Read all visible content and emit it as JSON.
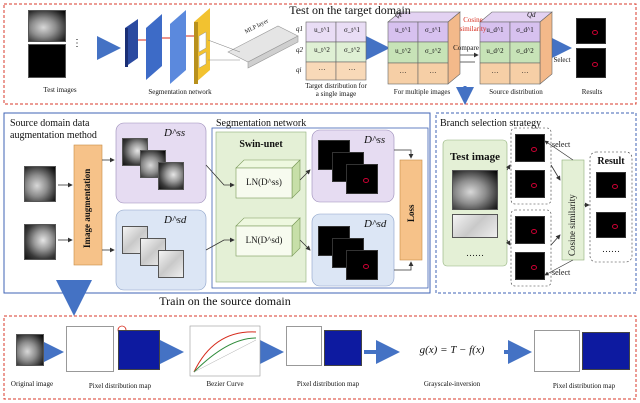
{
  "top": {
    "title": "Test on the target domain",
    "test_images_label": "Test images",
    "seg_network_label": "Segmentation network",
    "mlp_label": "MLP layer",
    "q_labels": [
      "q1",
      "q2",
      "qi"
    ],
    "target_dist_label_line1": "Target distribution for",
    "target_dist_label_line2": "a single image",
    "multi_images_label": "For multiple images",
    "qt_label": "Qt",
    "qd_label": "Qd",
    "cosine_label_line1": "Cosine",
    "cosine_label_line2": "similarity",
    "compare_label": "Compare",
    "source_dist_label": "Source distribution",
    "select_label": "Select",
    "results_label": "Results",
    "cube_t_cells": [
      "u_t^1",
      "σ_t^1",
      "u_t^2",
      "σ_t^2",
      "…",
      "…"
    ],
    "cube_d_cells": [
      "u_d^1",
      "σ_d^1",
      "u_d^2",
      "σ_d^2",
      "…",
      "…"
    ],
    "single_cells": [
      "u_t^1",
      "σ_t^1",
      "u_t^2",
      "σ_t^2",
      "…",
      "…"
    ]
  },
  "middle": {
    "aug_title_line1": "Source domain data",
    "aug_title_line2": "augmentation method",
    "image_augmentation": "Image augmentation",
    "dss": "D^ss",
    "dsd": "D^sd",
    "seg_title": "Segmentation network",
    "swin_unet": "Swin-unet",
    "ln_ss": "LN(D^ss)",
    "ln_sd": "LN(D^sd)",
    "loss": "Loss",
    "branch_title": "Branch selection strategy",
    "test_image": "Test image",
    "dots": "……",
    "select_top": "select",
    "select_bottom": "select",
    "cosine_vertical": "Cosine similarity",
    "result": "Result",
    "train_caption": "Train on the source domain"
  },
  "bottom": {
    "original_image": "Original image",
    "pixel_map_1": "Pixel distribution map",
    "bezier": "Bezier Curve",
    "pixel_map_2": "Pixel distribution map",
    "formula": "g(x) = T − f(x)",
    "grayscale_inversion": "Grayscale-inversion",
    "pixel_map_3": "Pixel distribution map"
  },
  "colors": {
    "red_dashed": "#d93a2b",
    "blue_solid": "#3f63b5",
    "arrow_blue": "#4472c4",
    "purple_fill": "#e6dcf2",
    "blue_fill": "#dce6f5",
    "green_fill": "#e4f0d6",
    "orange_fill": "#f6c289",
    "cube_purple": "#d7c1ef",
    "cube_green": "#c7e3b7",
    "cube_orange": "#f3b98a"
  }
}
